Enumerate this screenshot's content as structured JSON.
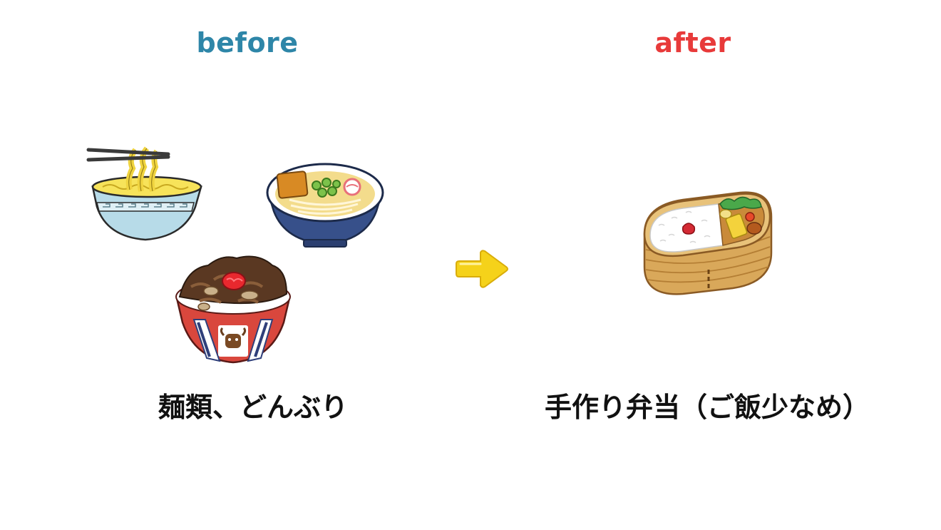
{
  "colors": {
    "before": "#2e86a8",
    "after": "#e83a3a",
    "arrow": "#f5d21a"
  },
  "before": {
    "heading": "before",
    "caption": "麺類、どんぶり",
    "icons": [
      "ramen-bowl-icon",
      "udon-bowl-icon",
      "gyudon-bowl-icon"
    ]
  },
  "after": {
    "heading": "after",
    "caption": "手作り弁当（ご飯少なめ）",
    "icons": [
      "bento-box-icon"
    ]
  },
  "transition": {
    "icon": "right-arrow-icon"
  }
}
